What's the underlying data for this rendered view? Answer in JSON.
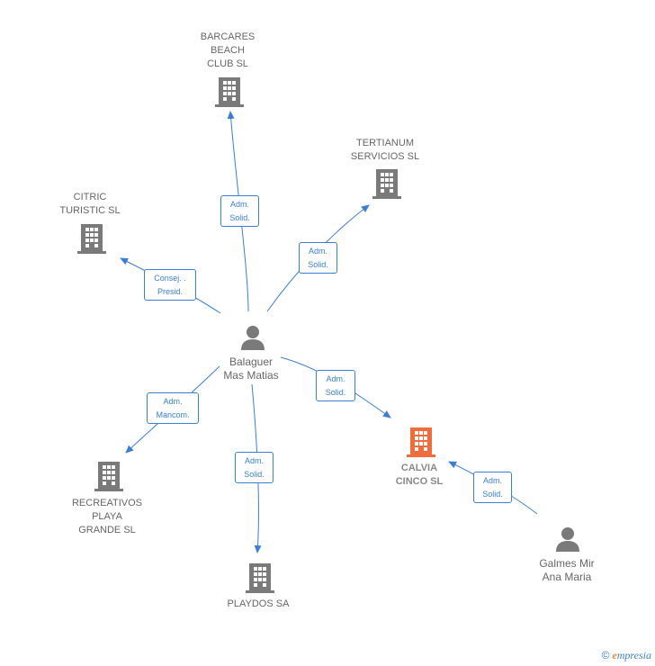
{
  "colors": {
    "edge": "#3a7fd5",
    "building": "#7a7a7a",
    "building_focus": "#f26b3a",
    "person": "#7a7a7a"
  },
  "nodes": {
    "barcares": {
      "label": "BARCARES\nBEACH\nCLUB SL",
      "icon": "building-icon"
    },
    "tertianum": {
      "label": "TERTIANUM\nSERVICIOS SL",
      "icon": "building-icon"
    },
    "citric": {
      "label": "CITRIC\nTURISTIC SL",
      "icon": "building-icon"
    },
    "balaguer": {
      "label": "Balaguer\nMas Matias",
      "icon": "person-icon"
    },
    "calvia": {
      "label": "CALVIA\nCINCO  SL",
      "icon": "building-icon"
    },
    "recreativos": {
      "label": "RECREATIVOS\nPLAYA\nGRANDE SL",
      "icon": "building-icon"
    },
    "playdos": {
      "label": "PLAYDOS SA",
      "icon": "building-icon"
    },
    "galmes": {
      "label": "Galmes Mir\nAna Maria",
      "icon": "person-icon"
    }
  },
  "edges": {
    "barcares": "Adm.\nSolid.",
    "tertianum": "Adm.\nSolid.",
    "citric": "Consej. .\nPresid.",
    "calvia": "Adm.\nSolid.",
    "recreativos": "Adm.\nMancom.",
    "playdos": "Adm.\nSolid.",
    "galmes_calvia": "Adm.\nSolid."
  },
  "footer": {
    "copyright": "©",
    "brand_initial": "e",
    "brand_rest": "mpresia"
  }
}
